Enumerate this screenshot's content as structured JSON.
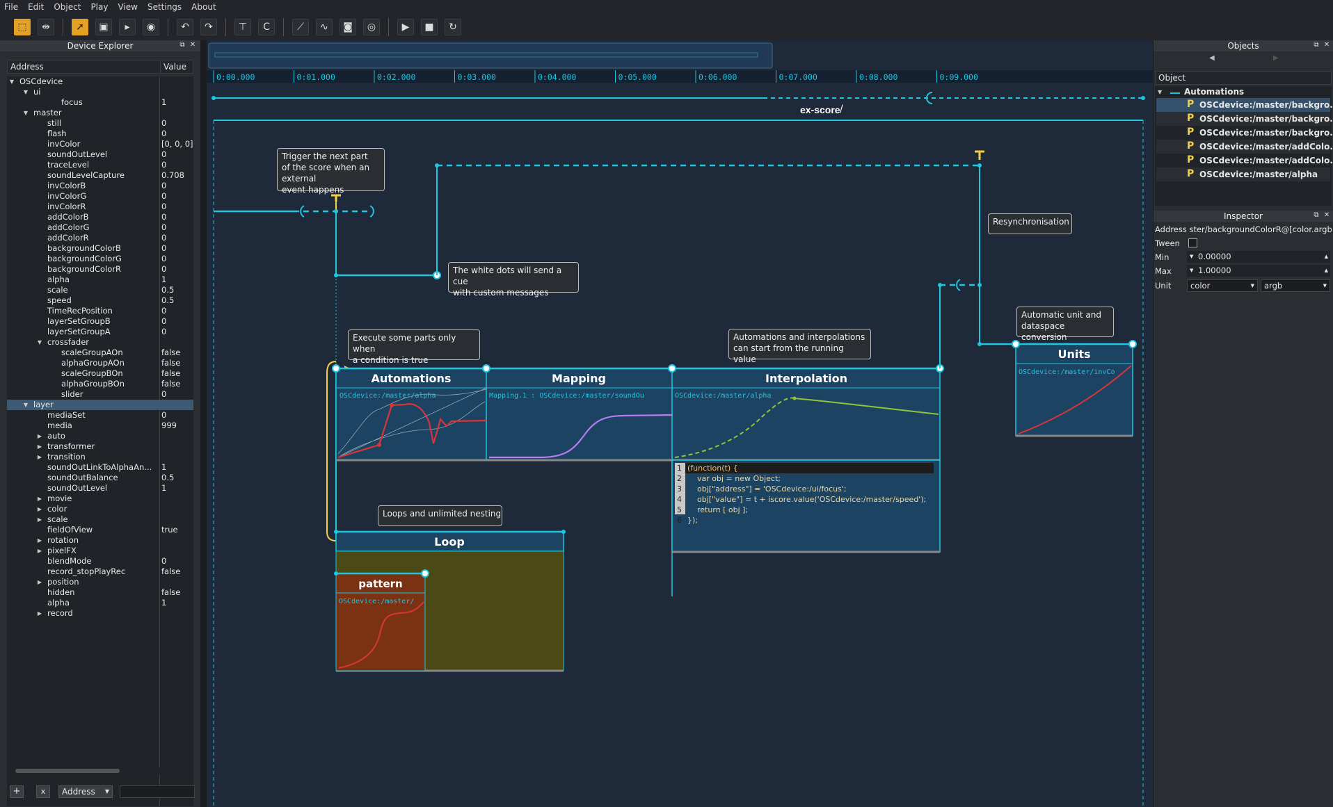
{
  "menu": [
    "File",
    "Edit",
    "Object",
    "Play",
    "View",
    "Settings",
    "About"
  ],
  "toolbar_icons": [
    "select-rect-icon",
    "resize-icon",
    "pointer-icon",
    "new-box-icon",
    "play-box-icon",
    "state-icon",
    "undo-icon",
    "redo-icon",
    "trigger-icon",
    "condition-icon",
    "curve-icon",
    "wave-icon",
    "camera-icon",
    "record-icon",
    "play-icon",
    "stop-icon",
    "reinit-icon"
  ],
  "device_explorer": {
    "title": "Device Explorer",
    "col_address": "Address",
    "col_value": "Value",
    "rows": [
      {
        "name": "OSCdevice",
        "value": "",
        "depth": 0,
        "arrow": "open"
      },
      {
        "name": "ui",
        "value": "",
        "depth": 1,
        "arrow": "open"
      },
      {
        "name": "focus",
        "value": "1",
        "depth": 3,
        "arrow": ""
      },
      {
        "name": "master",
        "value": "",
        "depth": 1,
        "arrow": "open"
      },
      {
        "name": "still",
        "value": "0",
        "depth": 2,
        "arrow": ""
      },
      {
        "name": "flash",
        "value": "0",
        "depth": 2,
        "arrow": ""
      },
      {
        "name": "invColor",
        "value": "[0, 0, 0]",
        "depth": 2,
        "arrow": ""
      },
      {
        "name": "soundOutLevel",
        "value": "0",
        "depth": 2,
        "arrow": ""
      },
      {
        "name": "traceLevel",
        "value": "0",
        "depth": 2,
        "arrow": ""
      },
      {
        "name": "soundLevelCapture",
        "value": "0.708",
        "depth": 2,
        "arrow": ""
      },
      {
        "name": "invColorB",
        "value": "0",
        "depth": 2,
        "arrow": ""
      },
      {
        "name": "invColorG",
        "value": "0",
        "depth": 2,
        "arrow": ""
      },
      {
        "name": "invColorR",
        "value": "0",
        "depth": 2,
        "arrow": ""
      },
      {
        "name": "addColorB",
        "value": "0",
        "depth": 2,
        "arrow": ""
      },
      {
        "name": "addColorG",
        "value": "0",
        "depth": 2,
        "arrow": ""
      },
      {
        "name": "addColorR",
        "value": "0",
        "depth": 2,
        "arrow": ""
      },
      {
        "name": "backgroundColorB",
        "value": "0",
        "depth": 2,
        "arrow": ""
      },
      {
        "name": "backgroundColorG",
        "value": "0",
        "depth": 2,
        "arrow": ""
      },
      {
        "name": "backgroundColorR",
        "value": "0",
        "depth": 2,
        "arrow": ""
      },
      {
        "name": "alpha",
        "value": "1",
        "depth": 2,
        "arrow": ""
      },
      {
        "name": "scale",
        "value": "0.5",
        "depth": 2,
        "arrow": ""
      },
      {
        "name": "speed",
        "value": "0.5",
        "depth": 2,
        "arrow": ""
      },
      {
        "name": "TimeRecPosition",
        "value": "0",
        "depth": 2,
        "arrow": ""
      },
      {
        "name": "layerSetGroupB",
        "value": "0",
        "depth": 2,
        "arrow": ""
      },
      {
        "name": "layerSetGroupA",
        "value": "0",
        "depth": 2,
        "arrow": ""
      },
      {
        "name": "crossfader",
        "value": "",
        "depth": 2,
        "arrow": "open"
      },
      {
        "name": "scaleGroupAOn",
        "value": "false",
        "depth": 3,
        "arrow": ""
      },
      {
        "name": "alphaGroupAOn",
        "value": "false",
        "depth": 3,
        "arrow": ""
      },
      {
        "name": "scaleGroupBOn",
        "value": "false",
        "depth": 3,
        "arrow": ""
      },
      {
        "name": "alphaGroupBOn",
        "value": "false",
        "depth": 3,
        "arrow": ""
      },
      {
        "name": "slider",
        "value": "0",
        "depth": 3,
        "arrow": ""
      },
      {
        "name": "layer",
        "value": "",
        "depth": 1,
        "arrow": "open",
        "selected": true
      },
      {
        "name": "mediaSet",
        "value": "0",
        "depth": 2,
        "arrow": ""
      },
      {
        "name": "media",
        "value": "999",
        "depth": 2,
        "arrow": ""
      },
      {
        "name": "auto",
        "value": "",
        "depth": 2,
        "arrow": "closed"
      },
      {
        "name": "transformer",
        "value": "",
        "depth": 2,
        "arrow": "closed"
      },
      {
        "name": "transition",
        "value": "",
        "depth": 2,
        "arrow": "closed"
      },
      {
        "name": "soundOutLinkToAlphaAn...",
        "value": "1",
        "depth": 2,
        "arrow": ""
      },
      {
        "name": "soundOutBalance",
        "value": "0.5",
        "depth": 2,
        "arrow": ""
      },
      {
        "name": "soundOutLevel",
        "value": "1",
        "depth": 2,
        "arrow": ""
      },
      {
        "name": "movie",
        "value": "",
        "depth": 2,
        "arrow": "closed"
      },
      {
        "name": "color",
        "value": "",
        "depth": 2,
        "arrow": "closed"
      },
      {
        "name": "scale",
        "value": "",
        "depth": 2,
        "arrow": "closed"
      },
      {
        "name": "fieldOfView",
        "value": "true",
        "depth": 2,
        "arrow": ""
      },
      {
        "name": "rotation",
        "value": "",
        "depth": 2,
        "arrow": "closed"
      },
      {
        "name": "pixelFX",
        "value": "",
        "depth": 2,
        "arrow": "closed"
      },
      {
        "name": "blendMode",
        "value": "0",
        "depth": 2,
        "arrow": ""
      },
      {
        "name": "record_stopPlayRec",
        "value": "false",
        "depth": 2,
        "arrow": ""
      },
      {
        "name": "position",
        "value": "",
        "depth": 2,
        "arrow": "closed"
      },
      {
        "name": "hidden",
        "value": "false",
        "depth": 2,
        "arrow": ""
      },
      {
        "name": "alpha",
        "value": "1",
        "depth": 2,
        "arrow": ""
      },
      {
        "name": "record",
        "value": "",
        "depth": 2,
        "arrow": "closed"
      }
    ],
    "footer_add": "+",
    "footer_remove": "x",
    "footer_select": "Address"
  },
  "timeline": {
    "ticks": [
      "0:00.000",
      "0:01.000",
      "0:02.000",
      "0:03.000",
      "0:04.000",
      "0:05.000",
      "0:06.000",
      "0:07.000",
      "0:08.000",
      "0:09.000"
    ]
  },
  "scene": {
    "score_title": "ex-score",
    "edit_glyph": "/",
    "notes": {
      "trigger": "Trigger the next part\nof the score when an external\nevent happens",
      "cue": "The white dots will send a cue\nwith custom messages",
      "condition": "Execute some parts only when\na condition is true",
      "running": "Automations and interpolations\ncan start from the running value",
      "resync": "Resynchronisation",
      "units_note": "Automatic unit and\ndataspace conversion",
      "loops": "Loops and unlimited nesting"
    },
    "boxes": {
      "automations": {
        "title": "Automations",
        "address": "OSCdevice:/master/alpha"
      },
      "mapping": {
        "title": "Mapping",
        "address": "Mapping.1 :  OSCdevice:/master/soundOu"
      },
      "interpolation": {
        "title": "Interpolation",
        "address": "OSCdevice:/master/alpha"
      },
      "units": {
        "title": "Units",
        "address": "OSCdevice:/master/invCo"
      },
      "loop": {
        "title": "Loop"
      },
      "pattern": {
        "title": "pattern",
        "address": "OSCdevice:/master/"
      }
    },
    "code": [
      {
        "num": "1",
        "text": "(function(t) {"
      },
      {
        "num": "2",
        "text": "    var obj = new Object;"
      },
      {
        "num": "3",
        "text": "    obj[\"address\"] = 'OSCdevice:/ui/focus';"
      },
      {
        "num": "4",
        "text": "    obj[\"value\"] = t + iscore.value('OSCdevice:/master/speed');"
      },
      {
        "num": "5",
        "text": "    return [ obj ];"
      },
      {
        "num": "6",
        "text": "});"
      }
    ]
  },
  "objects_panel": {
    "title": "Objects",
    "header": "Object",
    "group": "Automations",
    "items": [
      {
        "label": "OSCdevice:/master/backgro...",
        "selected": true
      },
      {
        "label": "OSCdevice:/master/backgro...",
        "selected": false
      },
      {
        "label": "OSCdevice:/master/backgro...",
        "selected": false
      },
      {
        "label": "OSCdevice:/master/addColo...",
        "selected": false
      },
      {
        "label": "OSCdevice:/master/addColo...",
        "selected": false
      },
      {
        "label": "OSCdevice:/master/alpha",
        "selected": false
      }
    ]
  },
  "inspector": {
    "title": "Inspector",
    "address_label": "Address",
    "address_value": "ster/backgroundColorR@[color.argb]",
    "tween_label": "Tween",
    "min_label": "Min",
    "min_value": "0.00000",
    "max_label": "Max",
    "max_value": "1.00000",
    "unit_label": "Unit",
    "unit_value": "color",
    "unit_sub": "argb"
  },
  "colors": {
    "accent": "#1ec6e0",
    "box_bg": "#1c4462",
    "trigger": "#f5d142",
    "auto_curve": "#d9343a",
    "mapping_curve": "#b67cf0",
    "interp_curve": "#8fc43f",
    "loop_bg": "#4b4a16",
    "pattern_bg": "#7a3212"
  }
}
